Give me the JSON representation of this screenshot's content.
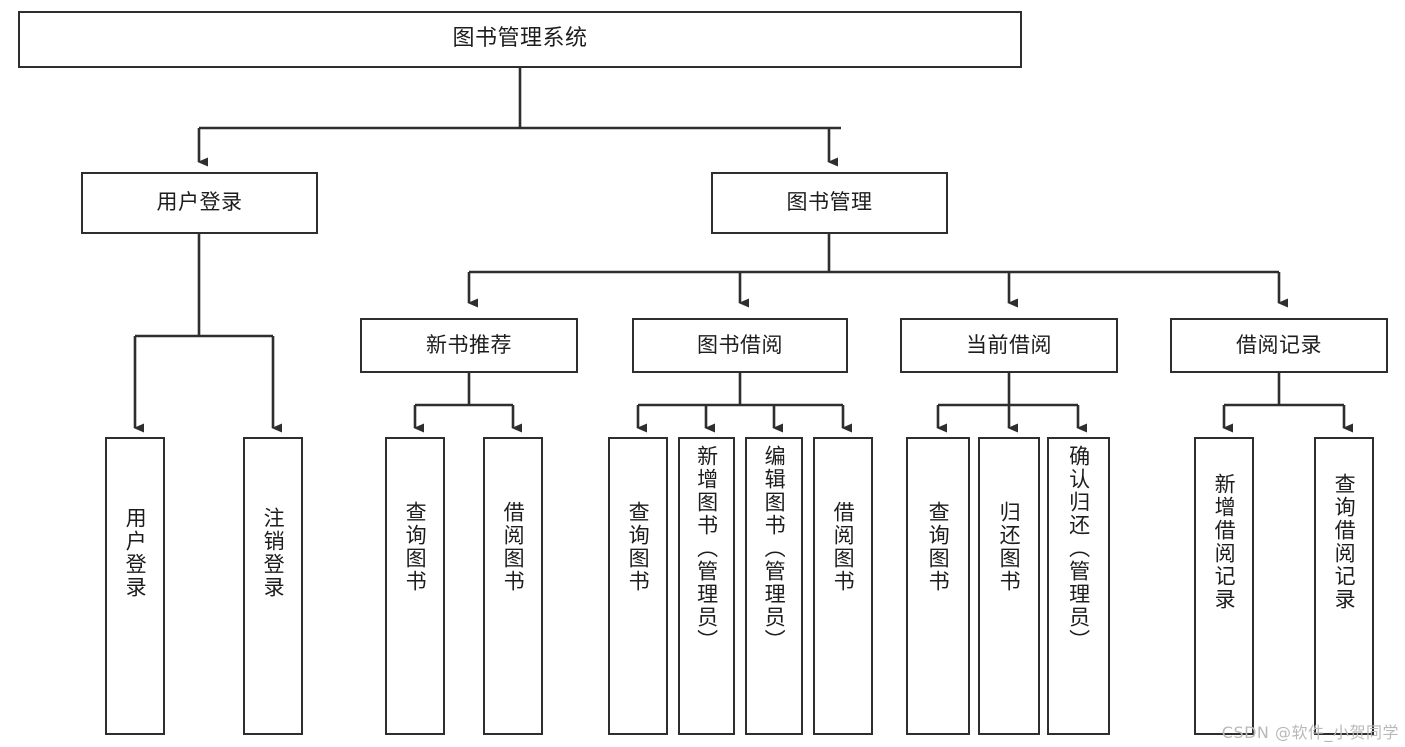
{
  "diagram": {
    "title": "图书管理系统",
    "type": "hierarchy-tree",
    "line_color": "#2e2e2e",
    "box_fill": "#ffffff",
    "text_color": "#1d1d1d",
    "watermark": "CSDN @软件_小贺同学",
    "nodes": {
      "root": {
        "label": "图书管理系统"
      },
      "level2": [
        {
          "label": "用户登录"
        },
        {
          "label": "图书管理"
        }
      ],
      "level3": [
        {
          "label": "新书推荐"
        },
        {
          "label": "图书借阅"
        },
        {
          "label": "当前借阅"
        },
        {
          "label": "借阅记录"
        }
      ],
      "leaves_user_login": [
        {
          "label": "用户登录"
        },
        {
          "label": "注销登录"
        }
      ],
      "leaves_new_book": [
        {
          "label": "查询图书"
        },
        {
          "label": "借阅图书"
        }
      ],
      "leaves_borrow": [
        {
          "label": "查询图书"
        },
        {
          "label": "新增图书（管理员）"
        },
        {
          "label": "编辑图书（管理员）"
        },
        {
          "label": "借阅图书"
        }
      ],
      "leaves_current": [
        {
          "label": "查询图书"
        },
        {
          "label": "归还图书"
        },
        {
          "label": "确认归还（管理员）"
        }
      ],
      "leaves_records": [
        {
          "label": "新增借阅记录"
        },
        {
          "label": "查询借阅记录"
        }
      ]
    }
  }
}
